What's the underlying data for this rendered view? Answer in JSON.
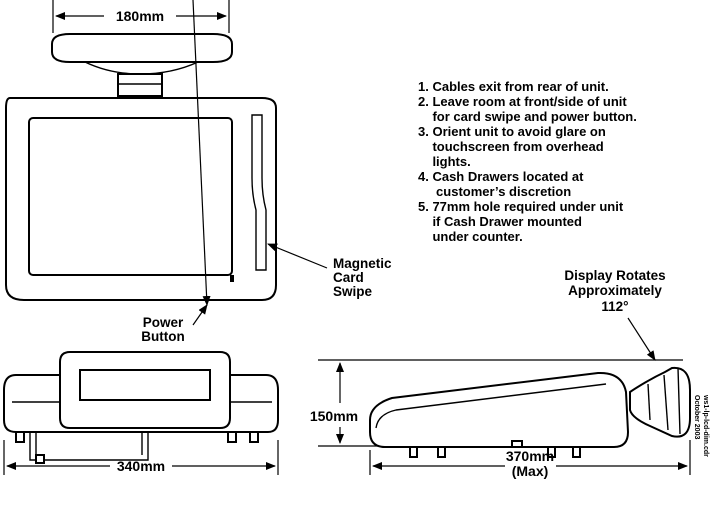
{
  "dimensions": {
    "top_width": "180mm",
    "base_width": "340mm",
    "height": "150mm",
    "depth": "370mm",
    "depth_note": "(Max)"
  },
  "callouts": {
    "magnetic": [
      "Magnetic",
      "Card",
      "Swipe"
    ],
    "power": [
      "Power",
      "Button"
    ],
    "rotate": [
      "Display Rotates",
      "Approximately",
      "112°"
    ]
  },
  "notes": [
    "1. Cables exit from rear of unit.",
    "2. Leave room at front/side of unit",
    "    for card swipe and power button.",
    "3. Orient unit to avoid glare on",
    "    touchscreen from overhead",
    "    lights.",
    "4. Cash Drawers located at",
    "     customer’s discretion",
    "5. 77mm hole required under unit",
    "    if Cash Drawer mounted",
    "    under counter."
  ],
  "filename": [
    "ws1-lp-lcd-dim.cdr",
    "October 2003"
  ]
}
